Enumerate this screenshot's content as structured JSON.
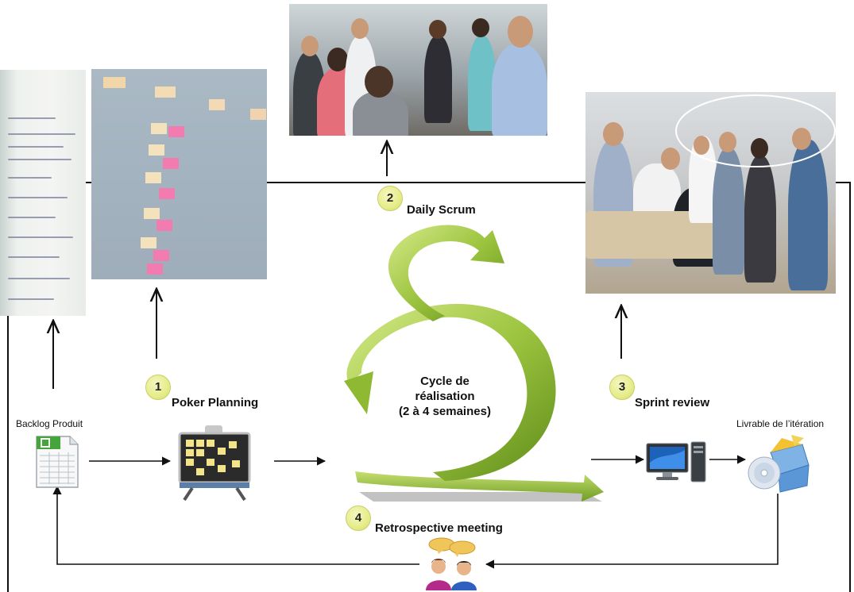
{
  "steps": [
    {
      "number": "1",
      "label": "Poker Planning"
    },
    {
      "number": "2",
      "label": "Daily Scrum"
    },
    {
      "number": "3",
      "label": "Sprint review"
    },
    {
      "number": "4",
      "label": "Retrospective meeting"
    }
  ],
  "cycle": {
    "line1": "Cycle de",
    "line2": "réalisation",
    "line3": "(2 à 4 semaines)"
  },
  "items": {
    "backlog": "Backlog Produit",
    "deliverable": "Livrable de l’itération"
  },
  "colors": {
    "arrow_green_light": "#c3dc6e",
    "arrow_green_dark": "#6e9b1f",
    "number_badge": "#e6ec8a",
    "line": "#111111"
  }
}
